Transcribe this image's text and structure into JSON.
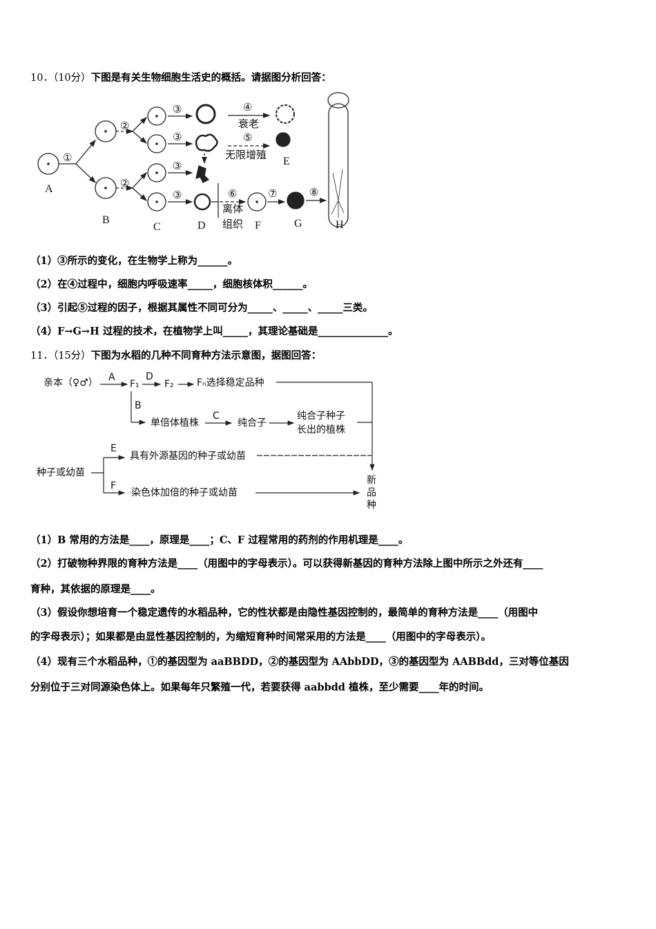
{
  "q10": {
    "number": "10．",
    "score": "（10分）",
    "stem": "下图是有关生物细胞生活史的概括。请据图分析回答：",
    "diagram": {
      "cell_labels": [
        "A",
        "B",
        "C",
        "D",
        "E",
        "F",
        "G",
        "H"
      ],
      "step_labels": [
        "①",
        "②",
        "②",
        "③",
        "③",
        "③",
        "③",
        "④",
        "⑤",
        "⑥",
        "⑦",
        "⑧"
      ],
      "aging": "衰老",
      "unlimited": "无限增殖",
      "isolated_1": "离体",
      "isolated_2": "组织"
    },
    "questions": [
      "（1）③所示的变化，在生物学上称为______。",
      "（2）在④过程中，细胞内呼吸速率_____，细胞核体积______。",
      "（3）引起⑤过程的因子，根据其属性不同可分为_____、_____、_____三类。",
      "（4）F→G→H 过程的技术，在植物学上叫_____，其理论基础是______________。"
    ]
  },
  "q11": {
    "number": "11．",
    "score": "（15分）",
    "stem": "下图为水稻的几种不同育种方法示意图，据图回答：",
    "diagram": {
      "parents": "亲本（♀♂）",
      "A": "A",
      "B": "B",
      "C": "C",
      "D": "D",
      "E": "E",
      "F": "F",
      "f1": "F₁",
      "f2": "F₂",
      "fn": "Fₙ选择稳定品种",
      "haploid": "单倍体植株",
      "homozygote": "纯合子",
      "homo_plant_1": "纯合子种子",
      "homo_plant_2": "长出的植株",
      "seed": "种子或幼苗",
      "foreign": "具有外源基因的种子或幼苗",
      "doubled": "染色体加倍的种子或幼苗",
      "new_variety": [
        "新",
        "品",
        "种"
      ]
    },
    "questions": [
      "（1）B 常用的方法是____，原理是____；C、F 过程常用的药剂的作用机理是____。",
      "（2）打破物种界限的育种方法是____（用图中的字母表示）。可以获得新基因的育种方法除上图中所示之外还有____",
      "育种，其依据的原理是____。",
      "（3）假设你想培育一个稳定遗传的水稻品种，它的性状都是由隐性基因控制的，最简单的育种方法是____（用图中",
      "的字母表示）；如果都是由显性基因控制的，为缩短育种时间常采用的方法是____（用图中的字母表示）。",
      "（4）现有三个水稻品种，①的基因型为 aaBBDD，②的基因型为 AAbbDD，③的基因型为 AABBdd，三对等位基因",
      "分别位于三对同源染色体上。如果每年只繁殖一代，若要获得 aabbdd 植株，至少需要____年的时间。"
    ]
  }
}
